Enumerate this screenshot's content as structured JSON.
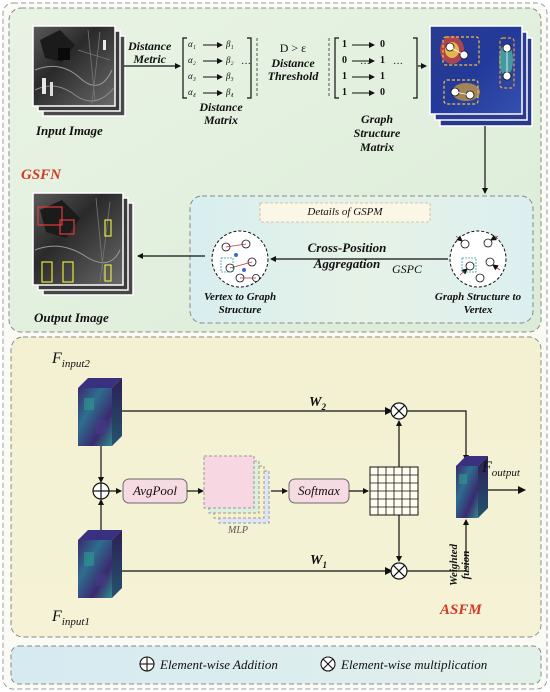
{
  "gsfn": {
    "section_label": "GSFN",
    "input_image_label": "Input Image",
    "output_image_label": "Output Image",
    "distance_metric_label": [
      "Distance",
      "Metric"
    ],
    "distance_matrix_label": [
      "Distance",
      "Matrix"
    ],
    "alpha_labels": [
      "α₁",
      "α₂",
      "α₃",
      "α₄"
    ],
    "beta_labels": [
      "β₁",
      "β₂",
      "β₃",
      "β₄"
    ],
    "threshold_condition": "D > ε",
    "distance_threshold_label": [
      "Distance",
      "Threshold"
    ],
    "graph_structure_matrix_label": [
      "Graph",
      "Structure",
      "Matrix"
    ],
    "matrix_left": [
      "1",
      "0",
      "1",
      "1"
    ],
    "matrix_right": [
      "0",
      "1",
      "1",
      "0"
    ],
    "dots": "···"
  },
  "gspm": {
    "title": "Details of GSPM",
    "cross_position_label": [
      "Cross-Position",
      "Aggregation"
    ],
    "gspc_label": "GSPC",
    "vertex_to_graph_label": [
      "Vertex to Graph",
      "Structure"
    ],
    "graph_to_vertex_label": [
      "Graph Structure to",
      "Vertex"
    ]
  },
  "asfm": {
    "section_label": "ASFM",
    "input2_main": "F",
    "input2_sub": "input2",
    "input1_main": "F",
    "input1_sub": "input1",
    "output_main": "F",
    "output_sub": "output",
    "avgpool_label": "AvgPool",
    "mlp_label": "MLP",
    "softmax_label": "Softmax",
    "w2_main": "W",
    "w2_sub": "2",
    "w1_main": "W",
    "w1_sub": "1",
    "weighted_fusion_label": [
      "Weighted",
      "fusion"
    ]
  },
  "legend": {
    "addition_symbol": "⊕",
    "addition_label": "Element-wise Addition",
    "multiplication_symbol": "⊗",
    "multiplication_label": "Element-wise multiplication"
  },
  "colors": {
    "gsfn_bg": "#e4f1e0",
    "gspm_bg": "#dff0ee",
    "asfm_bg": "#f4f3d2",
    "legend_bg": "#dcecf0",
    "avgpool_fill": "#f7dbe2",
    "softmax_fill": "#f7dbe2",
    "section_title": "#d23a24",
    "dashed_border": "#8a8a8a"
  }
}
